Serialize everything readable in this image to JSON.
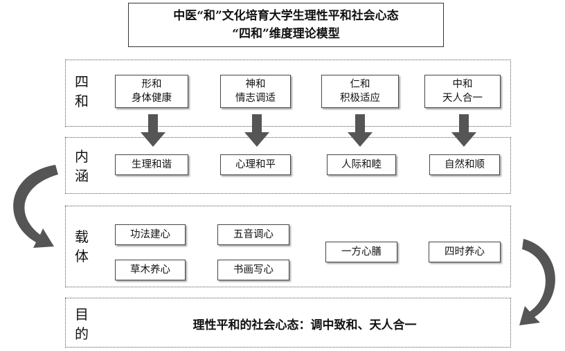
{
  "title": {
    "line1": "中医“和”文化培育大学生理性平和社会心态",
    "line2": "“四和”维度理论模型"
  },
  "rows": {
    "sihe": {
      "label1": "四",
      "label2": "和",
      "nodes": [
        {
          "line1": "形和",
          "line2": "身体健康"
        },
        {
          "line1": "神和",
          "line2": "情志调适"
        },
        {
          "line1": "仁和",
          "line2": "积极适应"
        },
        {
          "line1": "中和",
          "line2": "天人合一"
        }
      ]
    },
    "neihan": {
      "label1": "内",
      "label2": "涵",
      "nodes": [
        "生理和谐",
        "心理和平",
        "人际和睦",
        "自然和顺"
      ]
    },
    "zaiti": {
      "label1": "载",
      "label2": "体",
      "nodes": [
        "功法建心",
        "五音调心",
        "草木养心",
        "书画写心",
        "一方心膳",
        "四时养心"
      ]
    },
    "mudi": {
      "label1": "目",
      "label2": "的",
      "text": "理性平和的社会心态：调中致和、天人合一"
    }
  },
  "colors": {
    "arrow": "#555555",
    "border": "#444444"
  }
}
